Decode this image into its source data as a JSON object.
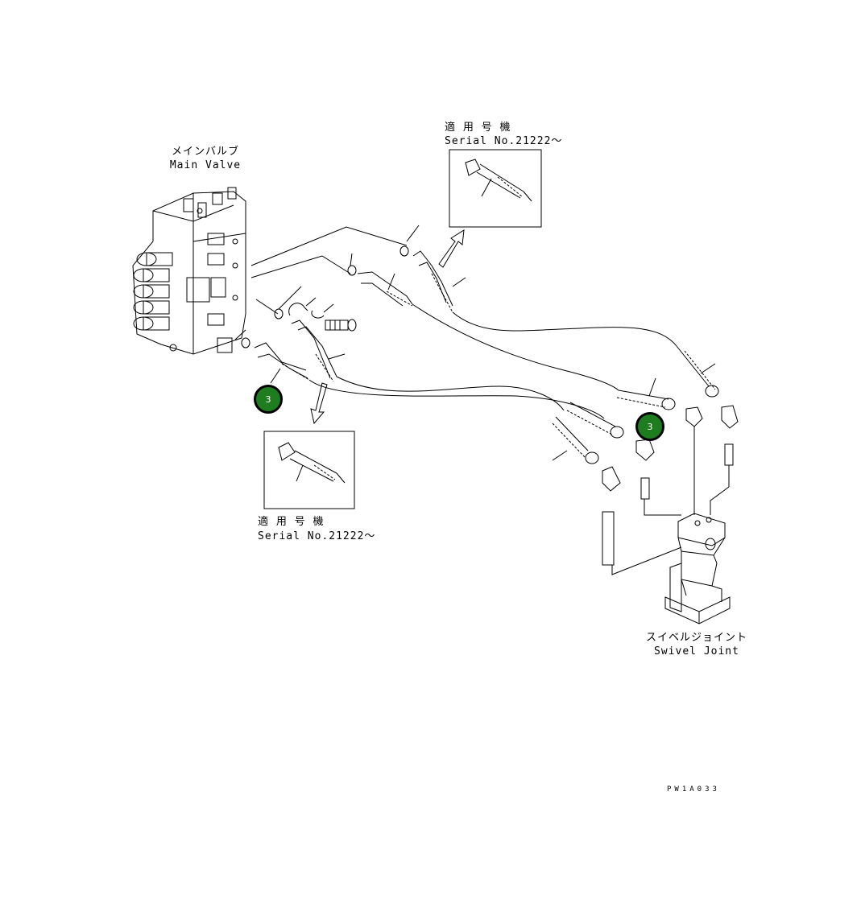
{
  "labels": {
    "main_valve_jp": "メインバルブ",
    "main_valve_en": "Main Valve",
    "swivel_joint_jp": "スイベルジョイント",
    "swivel_joint_en": "Swivel Joint",
    "serial_top_jp": "適 用 号 機",
    "serial_top_en": "Serial No.21222～",
    "serial_bottom_jp": "適 用 号 機",
    "serial_bottom_en": "Serial No.21222～",
    "drawing_code": "PW1A033"
  },
  "callouts": [
    {
      "number": "3"
    },
    {
      "number": "3"
    }
  ],
  "colors": {
    "callout_fill": "#1e7d1e",
    "line": "#000000"
  }
}
